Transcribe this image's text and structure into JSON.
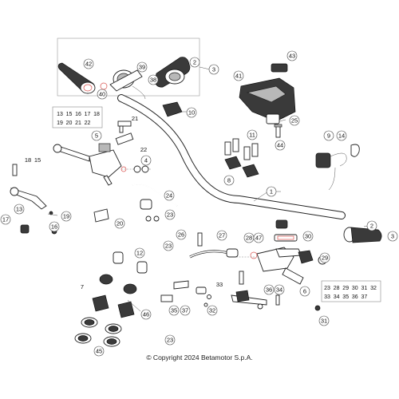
{
  "copyright": "© Copyright 2024 Betamotor S.p.A.",
  "callouts": [
    "1",
    "2",
    "2",
    "3",
    "3",
    "4",
    "5",
    "6",
    "8",
    "9",
    "10",
    "11",
    "12",
    "13",
    "14",
    "16",
    "17",
    "19",
    "20",
    "23",
    "23",
    "23",
    "24",
    "25",
    "26",
    "27",
    "28",
    "29",
    "30",
    "31",
    "32",
    "34",
    "35",
    "36",
    "37",
    "38",
    "39",
    "40",
    "41",
    "42",
    "43",
    "44",
    "45",
    "46",
    "47"
  ],
  "labels": [
    "7",
    "15",
    "18",
    "21",
    "22",
    "33"
  ],
  "group_left_rows": [
    [
      "13",
      "15",
      "16",
      "17",
      "18"
    ],
    [
      "19",
      "20",
      "21",
      "22"
    ]
  ],
  "group_right_rows": [
    [
      "23",
      "28",
      "29",
      "30",
      "31",
      "32"
    ],
    [
      "33",
      "34",
      "35",
      "36",
      "37"
    ]
  ]
}
